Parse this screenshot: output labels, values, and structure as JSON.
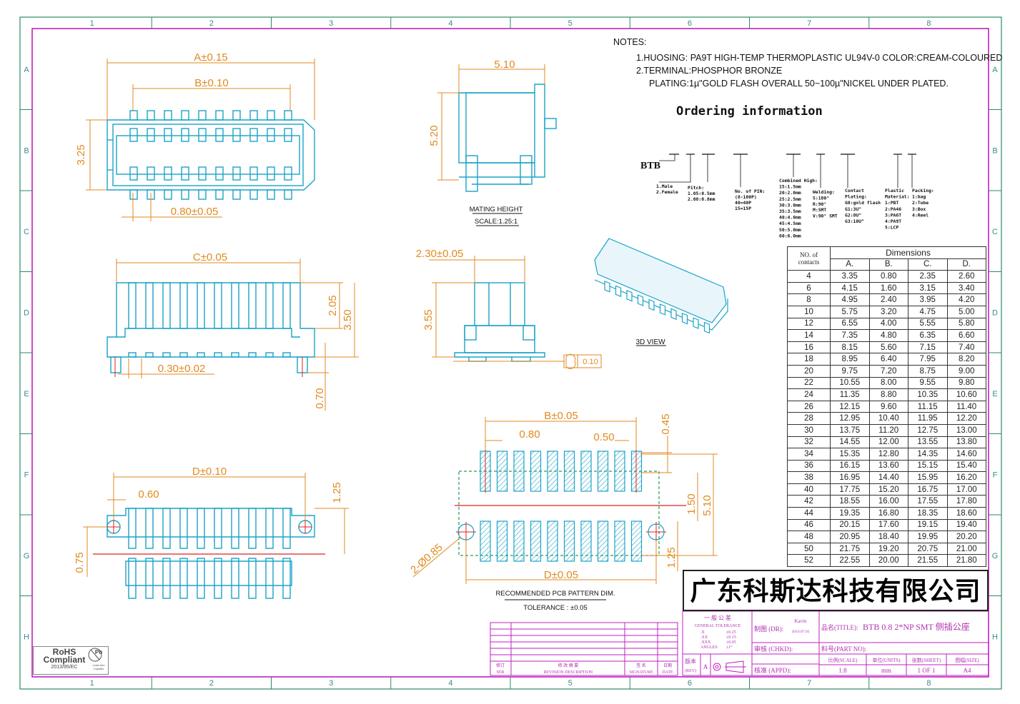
{
  "frame": {
    "zone_numbers": [
      "1",
      "2",
      "3",
      "4",
      "5",
      "6",
      "7",
      "8"
    ],
    "zone_letters": [
      "A",
      "B",
      "C",
      "D",
      "E",
      "F",
      "G",
      "H"
    ]
  },
  "notes": {
    "heading": "NOTES:",
    "lines": [
      "1.HUOSING: PA9T HIGH-TEMP THERMOPLASTIC UL94V-0 COLOR:CREAM-COLOURED",
      "2.TERMINAL:PHOSPHOR BRONZE",
      "PLATING:1µ\"GOLD FLASH OVERALL 50~100µ\"NICKEL UNDER PLATED."
    ]
  },
  "ordering": {
    "title": "Ordering information",
    "code": "BTB",
    "gender": [
      "1.Male",
      "2.Female"
    ],
    "pitch": [
      "Pitch:",
      "1.05:0.5mm",
      "2.08:0.8mm"
    ],
    "pins": [
      "No. of PIN:",
      "(8-100P)",
      "40=40P",
      "15=15P"
    ],
    "combined_high": [
      "Combined High:",
      "15:1.5mm",
      "20:2.0mm",
      "25:2.5mm",
      "30:3.0mm",
      "35:3.5mm",
      "40:4.0mm",
      "45:4.5mm",
      "50:5.0mm",
      "60:6.0mm"
    ],
    "welding": [
      "Welding:",
      "S:180°",
      "R:90°",
      "M:SMT",
      "V:90° SMT"
    ],
    "plating": [
      "Contact",
      "Plating:",
      "G0:gold flash",
      "G1:3U\"",
      "G2:8U\"",
      "G3:10U\""
    ],
    "material": [
      "Plastic",
      "Material:",
      "1:PBT",
      "2:PA46",
      "3:PA6T",
      "4:PA9T",
      "5:LCP"
    ],
    "packing": [
      "Packing:",
      "1:bag",
      "2:Tube",
      "3:Box",
      "4:Reel"
    ]
  },
  "views": {
    "top": {
      "a": "A±0.15",
      "b": "B±0.10",
      "h": "3.25",
      "pitch": "0.80±0.05"
    },
    "side": {
      "width": "5.10",
      "height": "5.20",
      "caption": "MATING HEIGHT",
      "scale": "SCALE:1.25:1"
    },
    "front": {
      "c": "C±0.05",
      "h1": "2.05",
      "h2": "3.50",
      "w": "0.30±0.02",
      "foot": "0.70"
    },
    "end": {
      "w": "2.30±0.05",
      "h": "3.55",
      "flat": "0.10"
    },
    "bottom": {
      "d": "D±0.10",
      "p": "0.60",
      "h": "1.25",
      "v": "0.75"
    },
    "pcb": {
      "b": "B±0.05",
      "p": "0.80",
      "w": "0.50",
      "t": "0.45",
      "h1": "1.50",
      "h2": "5.10",
      "h3": "1.25",
      "d": "D±0.05",
      "hole": "2-Ø0.85",
      "caption": "RECOMMENDED PCB PATTERN DIM.",
      "tol": "TOLERANCE : ±0.05"
    },
    "iso": {
      "caption": "3D VIEW"
    }
  },
  "dimensions": {
    "header_no": [
      "NO. of",
      "contacts"
    ],
    "header": "Dimensions",
    "cols": [
      "A.",
      "B.",
      "C.",
      "D."
    ],
    "rows": [
      [
        "4",
        "3.35",
        "0.80",
        "2.35",
        "2.60"
      ],
      [
        "6",
        "4.15",
        "1.60",
        "3.15",
        "3.40"
      ],
      [
        "8",
        "4.95",
        "2.40",
        "3.95",
        "4.20"
      ],
      [
        "10",
        "5.75",
        "3.20",
        "4.75",
        "5.00"
      ],
      [
        "12",
        "6.55",
        "4.00",
        "5.55",
        "5.80"
      ],
      [
        "14",
        "7.35",
        "4.80",
        "6.35",
        "6.60"
      ],
      [
        "16",
        "8.15",
        "5.60",
        "7.15",
        "7.40"
      ],
      [
        "18",
        "8.95",
        "6.40",
        "7.95",
        "8.20"
      ],
      [
        "20",
        "9.75",
        "7.20",
        "8.75",
        "9.00"
      ],
      [
        "22",
        "10.55",
        "8.00",
        "9.55",
        "9.80"
      ],
      [
        "24",
        "11.35",
        "8.80",
        "10.35",
        "10.60"
      ],
      [
        "26",
        "12.15",
        "9.60",
        "11.15",
        "11.40"
      ],
      [
        "28",
        "12.95",
        "10.40",
        "11.95",
        "12.20"
      ],
      [
        "30",
        "13.75",
        "11.20",
        "12.75",
        "13.00"
      ],
      [
        "32",
        "14.55",
        "12.00",
        "13.55",
        "13.80"
      ],
      [
        "34",
        "15.35",
        "12.80",
        "14.35",
        "14.60"
      ],
      [
        "36",
        "16.15",
        "13.60",
        "15.15",
        "15.40"
      ],
      [
        "38",
        "16.95",
        "14.40",
        "15.95",
        "16.20"
      ],
      [
        "40",
        "17.75",
        "15.20",
        "16.75",
        "17.00"
      ],
      [
        "42",
        "18.55",
        "16.00",
        "17.55",
        "17.80"
      ],
      [
        "44",
        "19.35",
        "16.80",
        "18.35",
        "18.60"
      ],
      [
        "46",
        "20.15",
        "17.60",
        "19.15",
        "19.40"
      ],
      [
        "48",
        "20.95",
        "18.40",
        "19.95",
        "20.20"
      ],
      [
        "50",
        "21.75",
        "19.20",
        "20.75",
        "21.00"
      ],
      [
        "52",
        "22.55",
        "20.00",
        "21.55",
        "21.80"
      ]
    ]
  },
  "title_block": {
    "company": "广东科斯达科技有限公司",
    "tol_title": "一 般 公 差",
    "tol_title_en": "GENERAL TOLERANCE",
    "tol_rows": [
      [
        ".X",
        "±0.25"
      ],
      [
        ".XX",
        "±0.15"
      ],
      [
        ".XXX",
        "±0.05"
      ],
      [
        "ANGLES",
        "±1°"
      ]
    ],
    "drawn_label": "制图 (DR):",
    "drawn_by": "Kavin",
    "drawn_date": "2016.07.05",
    "checked_label": "审核 (CHKD):",
    "approved_label": "核准 (APPD):",
    "name_label": "品名(TITLE):",
    "name_value": "BTB 0.8 2*NP SMT 侧插公座",
    "part_label": "料号(PART NO):",
    "scale_label": "比例(SCALE)",
    "scale_value": "1:8",
    "units_label": "单位(UNITS)",
    "units_value": "mm",
    "sheet_label": "张数(SHEET)",
    "sheet_value": "1 OF 1",
    "size_label": "图幅(SIZE)",
    "size_value": "A4",
    "rev_label": "版本",
    "rev_label_en": "(REV)",
    "rev_value": "A",
    "rev_hdr": [
      [
        "修订",
        "SER"
      ],
      [
        "修 改 摘 要",
        "REVISION DESCRIPTION"
      ],
      [
        "签 名",
        "SIGNATURE"
      ],
      [
        "日期",
        "DATE"
      ]
    ]
  },
  "rohs": {
    "line1": "RoHS",
    "line2": "Compliant",
    "line3": "2013/95/EC",
    "badge": "Pb",
    "badge_text": "Lead-free Capable"
  }
}
